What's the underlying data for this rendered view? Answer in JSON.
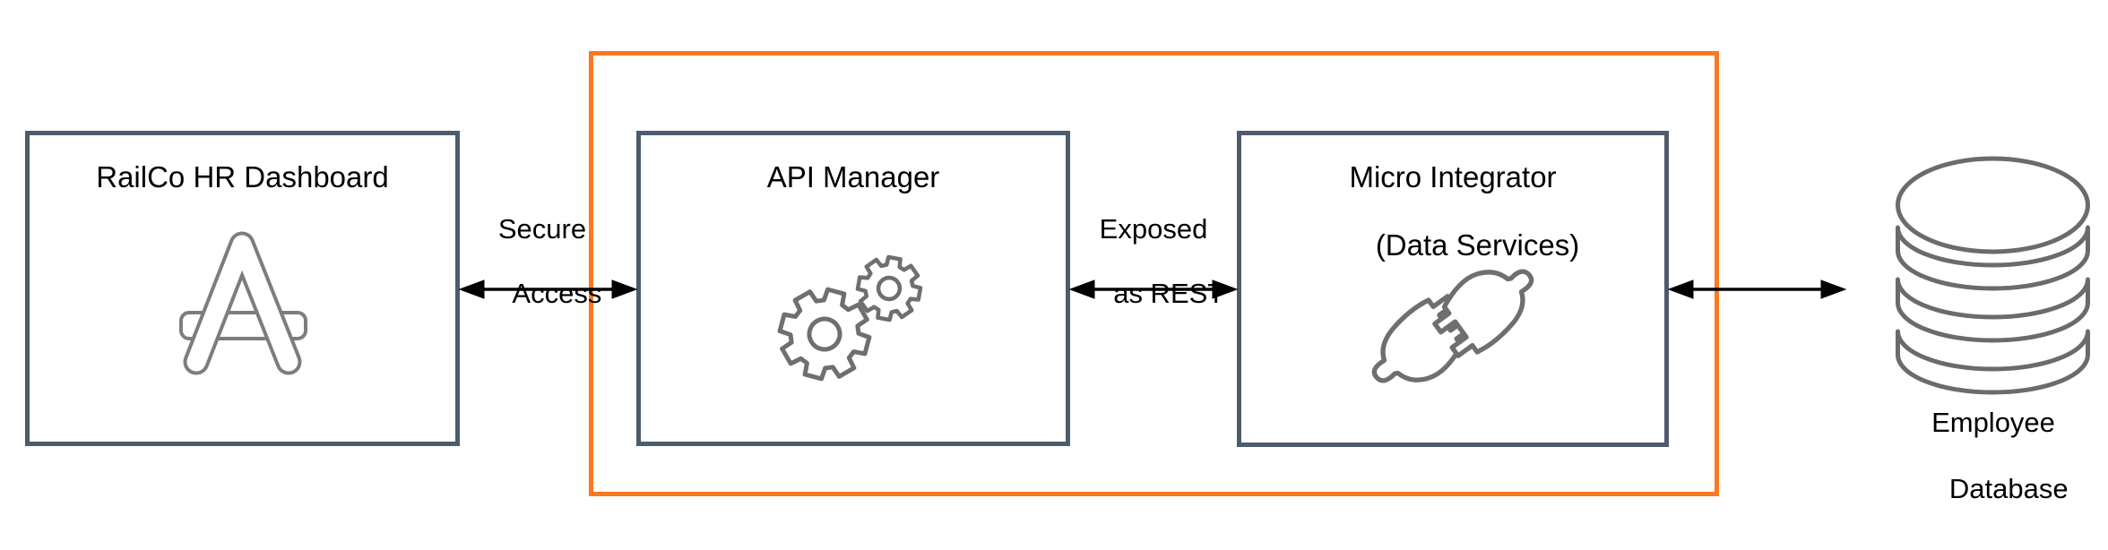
{
  "diagram": {
    "nodes": [
      {
        "id": "railco-hr-dashboard",
        "title": "RailCo HR Dashboard",
        "icon": "app-icon"
      },
      {
        "id": "api-manager",
        "title": "API Manager",
        "icon": "gears-icon"
      },
      {
        "id": "micro-integrator",
        "title_line1": "Micro Integrator",
        "title_line2": "(Data Services)",
        "icon": "plug-connector-icon"
      },
      {
        "id": "employee-database",
        "label_line1": "Employee",
        "label_line2": "Database",
        "icon": "database-icon"
      }
    ],
    "connections": [
      {
        "from": "railco-hr-dashboard",
        "to": "api-manager",
        "type": "bidirectional-arrow",
        "label_line1": "Secure",
        "label_line2": "Access"
      },
      {
        "from": "api-manager",
        "to": "micro-integrator",
        "type": "bidirectional-arrow",
        "label_line1": "Exposed",
        "label_line2": "as REST"
      },
      {
        "from": "micro-integrator",
        "to": "employee-database",
        "type": "bidirectional-arrow",
        "label_line1": "",
        "label_line2": ""
      }
    ],
    "groups": [
      {
        "id": "highlight-zone",
        "contains": [
          "api-manager",
          "micro-integrator"
        ],
        "border_color": "#fa7820"
      }
    ],
    "colors": {
      "box_border": "#4d5c6b",
      "highlight_border": "#fa7820",
      "icon_gray": "#6f6f6f",
      "icon_gray_light": "#7d7d7d",
      "arrow": "#000000",
      "text": "#000000",
      "background": "#ffffff"
    }
  }
}
